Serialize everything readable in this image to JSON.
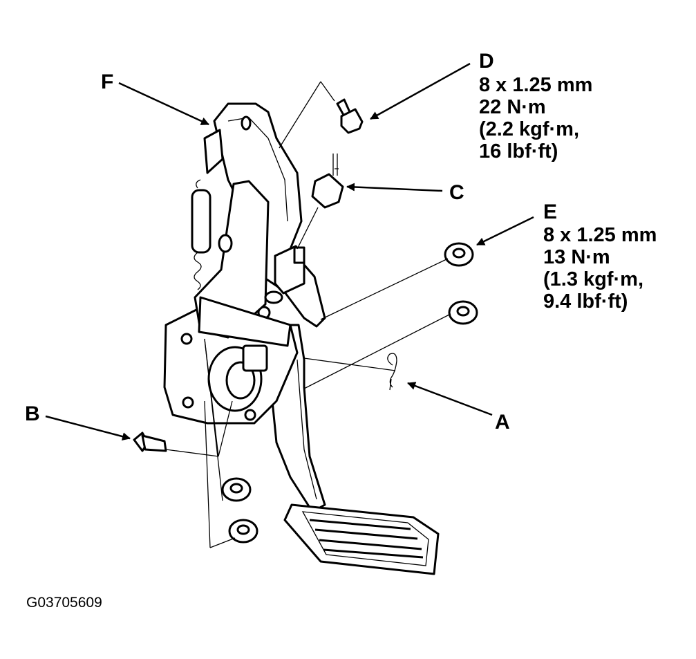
{
  "figure_id": "G03705609",
  "callouts": {
    "A": {
      "letter": "A"
    },
    "B": {
      "letter": "B"
    },
    "C": {
      "letter": "C"
    },
    "D": {
      "letter": "D",
      "specs": [
        "8 x 1.25 mm",
        "22 N·m",
        "(2.2 kgf·m,",
        "16 lbf·ft)"
      ]
    },
    "E": {
      "letter": "E",
      "specs": [
        "8 x 1.25 mm",
        "13 N·m",
        "(1.3 kgf·m,",
        "9.4 lbf·ft)"
      ]
    },
    "F": {
      "letter": "F"
    }
  },
  "colors": {
    "ink": "#000000",
    "paper": "#ffffff"
  }
}
